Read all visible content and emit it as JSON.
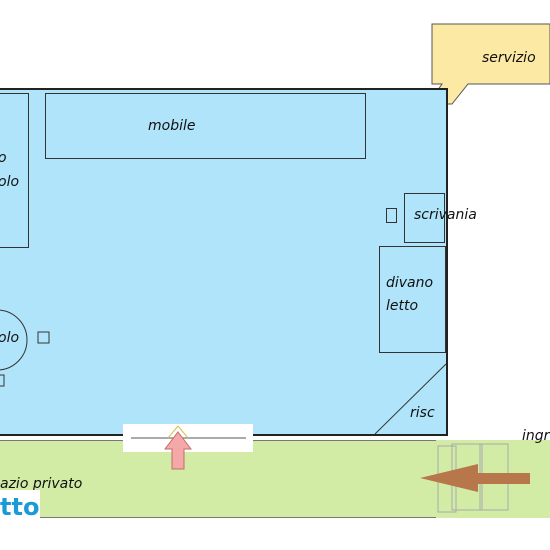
{
  "labels": {
    "servizio": "servizio",
    "mobile": "mobile",
    "tavolo_top_line1": "o",
    "tavolo_top_line2": "olo",
    "scrivania": "scrivania",
    "divano_line1": "divano",
    "divano_line2": "letto",
    "tavolo_round": "olo",
    "risc": "risc",
    "ingresso": "ingr",
    "spazio_privato": "azio privato"
  },
  "logo": {
    "text": "tto"
  },
  "colors": {
    "room": "#b0e4fa",
    "garden": "#d2eca6",
    "bathroom": "#fce9a3",
    "arrow_brown": "#b8774a",
    "arrow_pink": "#f4a8a8",
    "logo_blue": "#1a9ad6"
  }
}
